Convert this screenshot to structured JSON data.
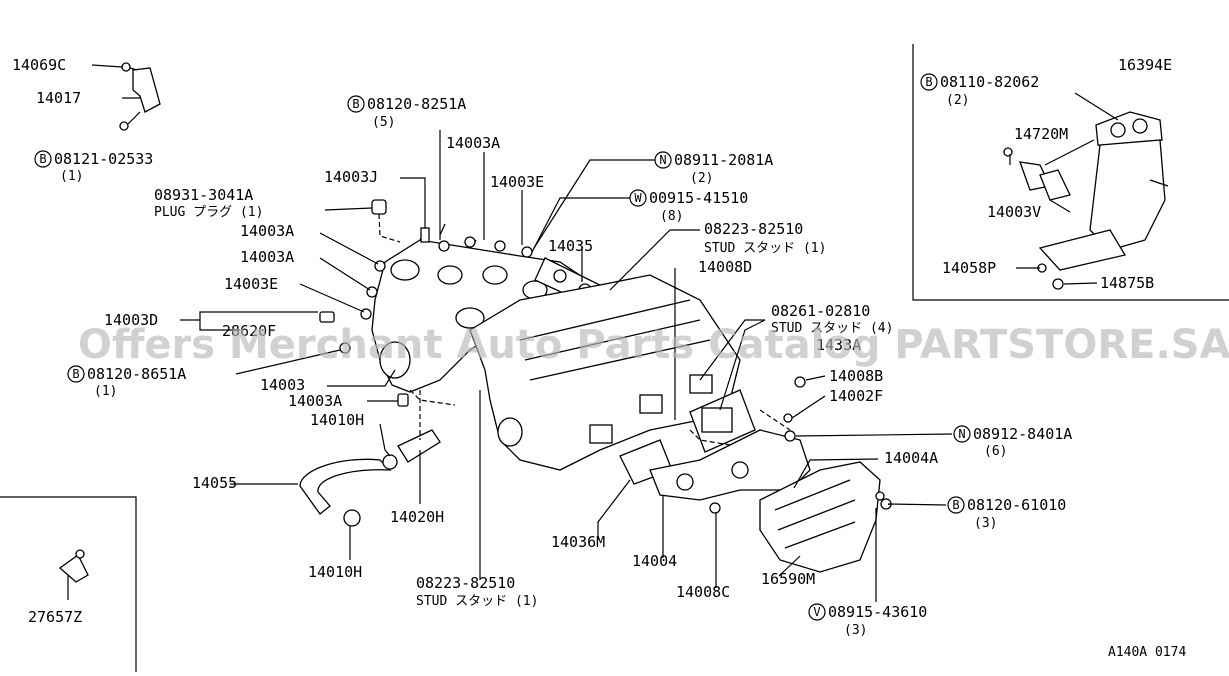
{
  "diagram_code": "A140A 0174",
  "watermark": "Offers Merchant Auto Parts Catalog PARTSTORE.SA",
  "labels": {
    "p14069C": "14069C",
    "p14017": "14017",
    "b0812102533": "08121-02533",
    "b0812102533_qty": "(1)",
    "b081208251A": "08120-8251A",
    "b081208251A_qty": "(5)",
    "p14003A_1": "14003A",
    "p14003J": "14003J",
    "p089313041A": "08931-3041A",
    "plug": "PLUG プラグ (1)",
    "p14003E_1": "14003E",
    "n089112081A": "08911-2081A",
    "n089112081A_qty": "(2)",
    "w0091541510": "00915-41510",
    "w0091541510_qty": "(8)",
    "p14003A_2": "14003A",
    "p14003A_3": "14003A",
    "p14035": "14035",
    "p0822382510_top": "08223-82510",
    "stud_top": "STUD スタッド (1)",
    "p14003E_2": "14003E",
    "p14008D": "14008D",
    "p14003D": "14003D",
    "p28620F": "28620F",
    "p0826102810": "08261-02810",
    "stud_mid": "STUD スタッド (4)",
    "p1433A": "1433A",
    "b081208651A": "08120-8651A",
    "b081208651A_qty": "(1)",
    "p14003": "14003",
    "p14003A_4": "14003A",
    "p14008B": "14008B",
    "p14002F": "14002F",
    "p14010H_1": "14010H",
    "n089128401A": "08912-8401A",
    "n089128401A_qty": "(6)",
    "p14004A": "14004A",
    "p14055": "14055",
    "p14020H": "14020H",
    "b0812061010": "08120-61010",
    "b0812061010_qty": "(3)",
    "p14036M": "14036M",
    "p14004": "14004",
    "p14010H_2": "14010H",
    "p0822382510_bot": "08223-82510",
    "stud_bot": "STUD スタッド (1)",
    "p14008C": "14008C",
    "p16590M": "16590M",
    "v0891543610": "08915-43610",
    "v0891543610_qty": "(3)",
    "p27657Z": "27657Z",
    "inset_b0811082062": "08110-82062",
    "inset_b0811082062_qty": "(2)",
    "inset_p16394E": "16394E",
    "inset_p14720M": "14720M",
    "inset_p14003V": "14003V",
    "inset_p14058P": "14058P",
    "inset_p14875B": "14875B"
  },
  "markers": {
    "bolt": "B",
    "nut": "N",
    "washer": "W",
    "v_washer": "V"
  }
}
